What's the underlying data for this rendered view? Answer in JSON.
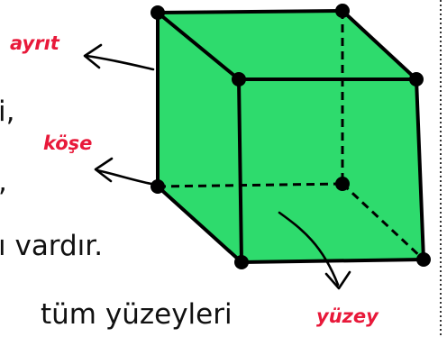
{
  "labels": {
    "edge": "ayrıt",
    "vertex": "köşe",
    "face": "yüzey"
  },
  "body_text": {
    "line1": "i,",
    "line2": ",",
    "line3": "ı vardır.",
    "line4": "tüm yüzeyleri"
  },
  "colors": {
    "cube_fill": "#2edb6d",
    "accent": "#e8193a",
    "border": "#333333"
  }
}
